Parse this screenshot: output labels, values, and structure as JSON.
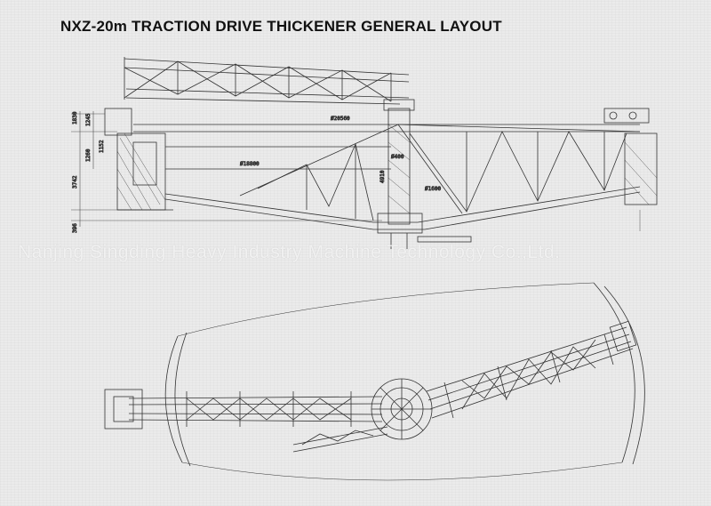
{
  "title": "NXZ-20m TRACTION DRIVE THICKENER GENERAL LAYOUT",
  "watermark": "Nanjing Singding Heavy Industry Machine Technology Co.,Ltd.",
  "dimensions": {
    "top_span": "Ø20560",
    "inner_span": "Ø18800",
    "center_dia_1": "Ø400",
    "center_dia_2": "Ø1600",
    "left_1": "1830",
    "left_2": "1260",
    "left_3": "3742",
    "left_4": "396",
    "left_5": "1245",
    "left_6": "1152",
    "center_h": "4910"
  },
  "colors": {
    "line": "#333333",
    "background": "#ebebeb",
    "watermark": "#ffffff"
  }
}
